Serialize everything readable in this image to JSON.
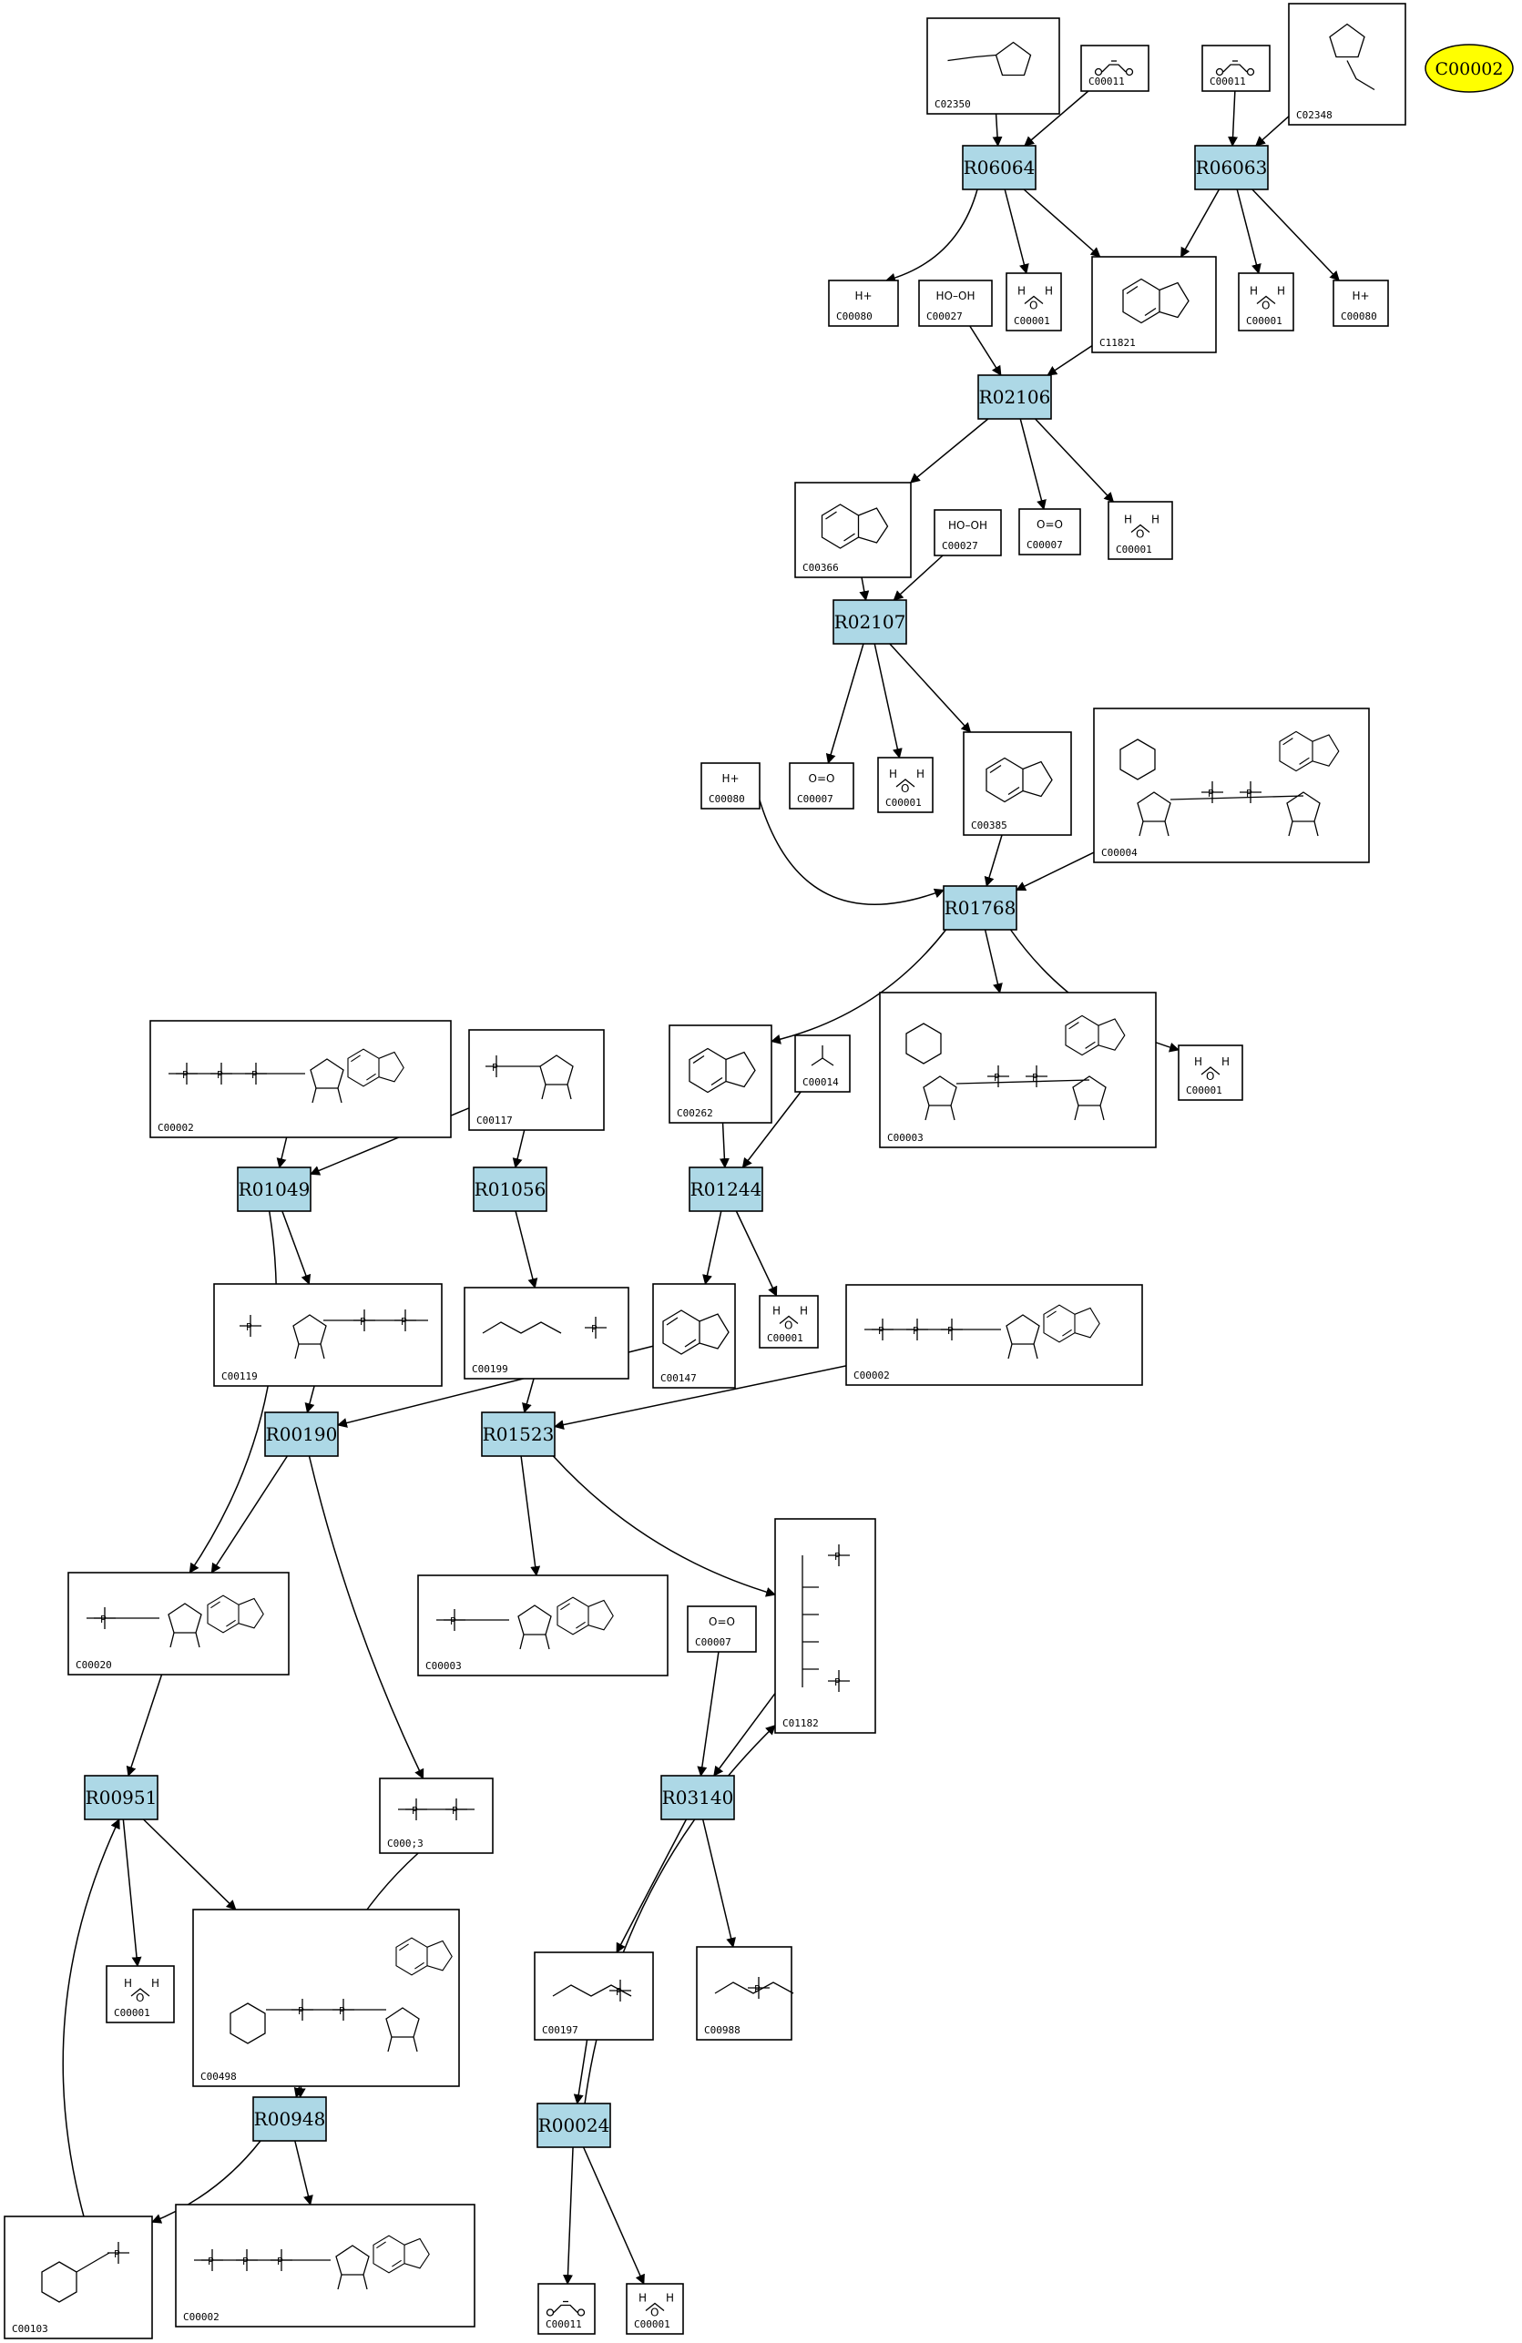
{
  "highlight": {
    "label": "C00002",
    "color": "#ffff00"
  },
  "colors": {
    "reaction_fill": "#add8e6",
    "compound_fill": "#ffffff",
    "stroke": "#000000"
  },
  "reactions": [
    "R06064",
    "R06063",
    "R02106",
    "R02107",
    "R01768",
    "R01049",
    "R01056",
    "R01244",
    "R00190",
    "R01523",
    "R00951",
    "R03140",
    "R00948",
    "R00024"
  ],
  "compounds": [
    {
      "id": "C02350",
      "formula": ""
    },
    {
      "id": "C00011",
      "formula": ""
    },
    {
      "id": "C00011",
      "formula": ""
    },
    {
      "id": "C02348",
      "formula": ""
    },
    {
      "id": "C00080",
      "formula": "H+"
    },
    {
      "id": "C00027",
      "formula": "HO–OH"
    },
    {
      "id": "C00001",
      "formula": ""
    },
    {
      "id": "C11821",
      "formula": ""
    },
    {
      "id": "C00001",
      "formula": ""
    },
    {
      "id": "C00080",
      "formula": "H+"
    },
    {
      "id": "C00366",
      "formula": ""
    },
    {
      "id": "C00027",
      "formula": "HO–OH"
    },
    {
      "id": "C00007",
      "formula": "O=O"
    },
    {
      "id": "C00001",
      "formula": ""
    },
    {
      "id": "C00080",
      "formula": "H+"
    },
    {
      "id": "C00007",
      "formula": "O=O"
    },
    {
      "id": "C00001",
      "formula": ""
    },
    {
      "id": "C00385",
      "formula": ""
    },
    {
      "id": "C00004",
      "formula": ""
    },
    {
      "id": "C00002",
      "formula": ""
    },
    {
      "id": "C00117",
      "formula": ""
    },
    {
      "id": "C00262",
      "formula": ""
    },
    {
      "id": "C00014",
      "formula": ""
    },
    {
      "id": "C00003",
      "formula": ""
    },
    {
      "id": "C00001",
      "formula": ""
    },
    {
      "id": "C00119",
      "formula": ""
    },
    {
      "id": "C00199",
      "formula": ""
    },
    {
      "id": "C00147",
      "formula": ""
    },
    {
      "id": "C00001",
      "formula": ""
    },
    {
      "id": "C00002",
      "formula": ""
    },
    {
      "id": "C00020",
      "formula": ""
    },
    {
      "id": "C00003",
      "formula": ""
    },
    {
      "id": "C00007",
      "formula": "O=O"
    },
    {
      "id": "C01182",
      "formula": ""
    },
    {
      "id": "C000;3",
      "formula": ""
    },
    {
      "id": "C00001",
      "formula": ""
    },
    {
      "id": "C00498",
      "formula": ""
    },
    {
      "id": "C00197",
      "formula": ""
    },
    {
      "id": "C00988",
      "formula": ""
    },
    {
      "id": "C00103",
      "formula": ""
    },
    {
      "id": "C00002",
      "formula": ""
    },
    {
      "id": "C00011",
      "formula": ""
    },
    {
      "id": "C00001",
      "formula": ""
    }
  ]
}
